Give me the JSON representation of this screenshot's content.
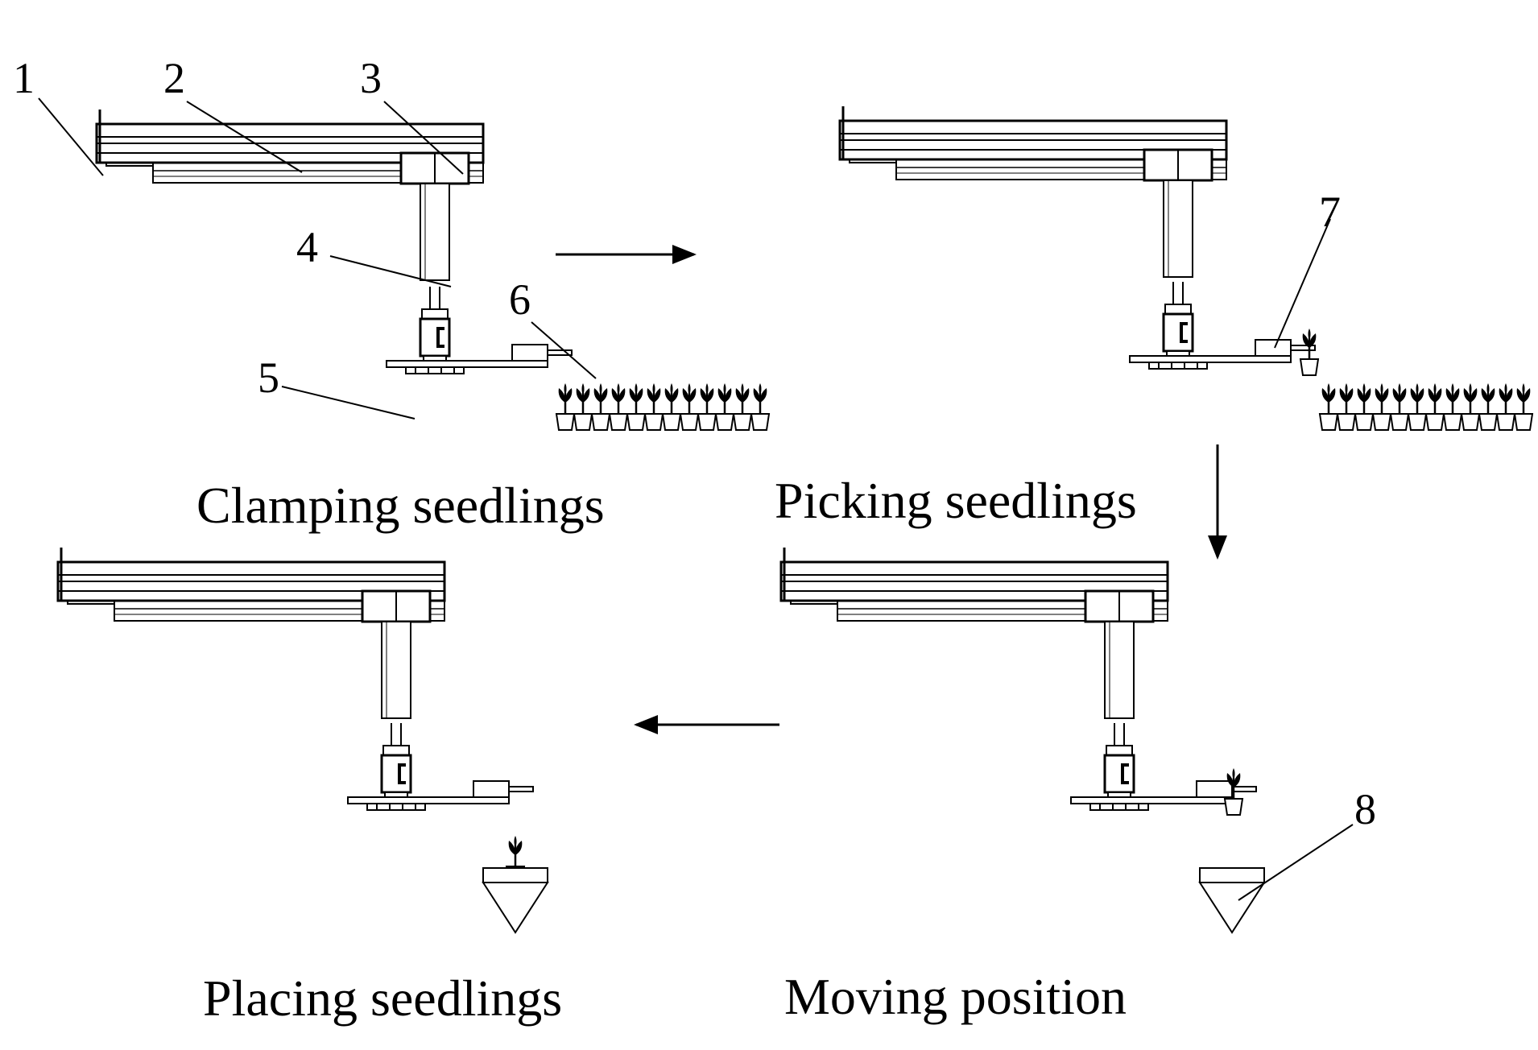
{
  "captions": {
    "clamping": "Clamping seedlings",
    "picking": "Picking seedlings",
    "moving": "Moving position",
    "placing": "Placing seedlings"
  },
  "part_labels": [
    "1",
    "2",
    "3",
    "4",
    "5",
    "6",
    "7",
    "8"
  ],
  "colors": {
    "stroke": "#000000",
    "background": "#ffffff",
    "light_fill": "#f2f2f2"
  }
}
